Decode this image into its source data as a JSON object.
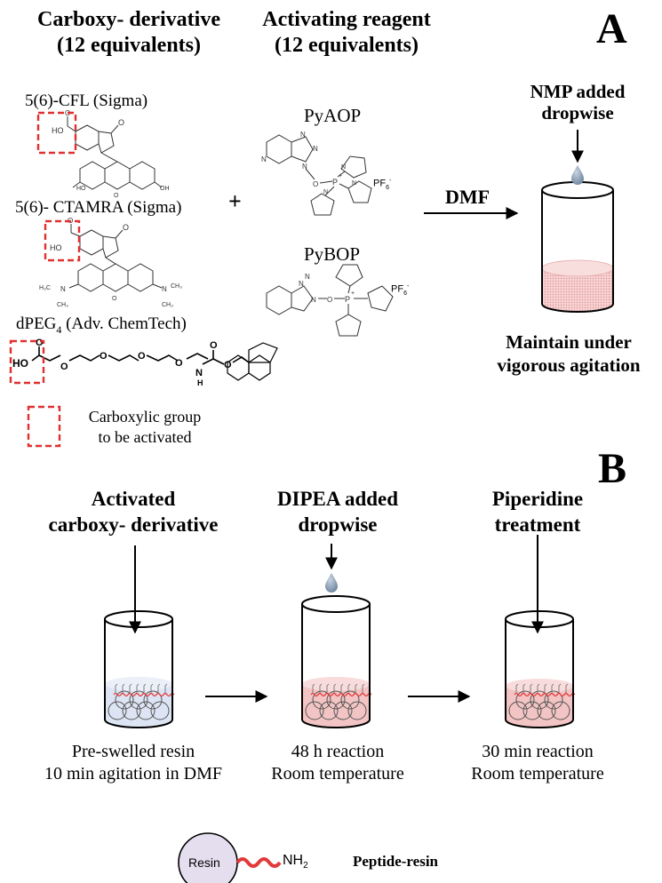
{
  "panel_a": {
    "letter": "A",
    "carboxy_heading": [
      "Carboxy- derivative",
      "(12 equivalents)"
    ],
    "reagent_heading": [
      "Activating reagent",
      "(12 equivalents)"
    ],
    "compounds": [
      {
        "label": "5(6)-CFL (Sigma)"
      },
      {
        "label": "5(6)- CTAMRA (Sigma)"
      },
      {
        "label_main": "dPEG",
        "label_sub": "4",
        "label_rest": " (Adv. ChemTech)"
      }
    ],
    "legend_label": [
      "Carboxylic group",
      "to be activated"
    ],
    "plus": "+",
    "reagents": [
      {
        "label": "PyAOP",
        "counterion_main": "PF",
        "counterion_sub": "6",
        "counterion_sup": "-"
      },
      {
        "label": "PyBOP",
        "counterion_main": "PF",
        "counterion_sub": "6",
        "counterion_sup": "-"
      }
    ],
    "solvent": "DMF",
    "addition_label": [
      "NMP added",
      "dropwise"
    ],
    "agitation_label": [
      "Maintain under",
      "vigorous agitation"
    ]
  },
  "panel_b": {
    "letter": "B",
    "steps": [
      {
        "title": [
          "Activated",
          "carboxy- derivative"
        ],
        "caption": [
          "Pre-swelled resin",
          "10 min agitation in DMF"
        ]
      },
      {
        "title": [
          "DIPEA added",
          "dropwise"
        ],
        "caption": [
          "48 h reaction",
          "Room temperature"
        ]
      },
      {
        "title": [
          "Piperidine",
          "treatment"
        ],
        "caption": [
          "30 min reaction",
          "Room temperature"
        ]
      }
    ]
  },
  "legend": {
    "resin_label": "Resin",
    "amine_main": "NH",
    "amine_sub": "2",
    "peptide_resin_label": "Peptide-resin"
  },
  "colors": {
    "highlight_dash": "#e03030",
    "solution_pink": "#f3c4c4",
    "swell_blue": "#dde4f3",
    "resin_fill": "#e4deef",
    "peptide_red": "#e23a3a",
    "droplet": "#8aa0b8"
  }
}
